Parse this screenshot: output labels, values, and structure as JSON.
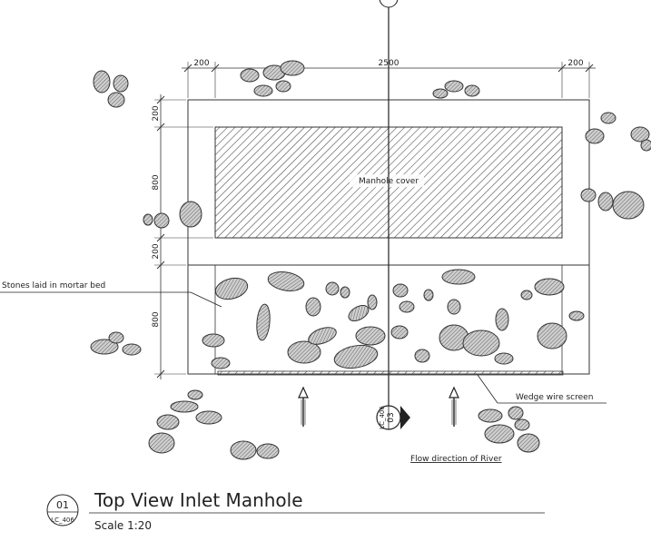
{
  "drawing": {
    "dimensions": {
      "top_left": "200",
      "top_center": "2500",
      "top_right": "200",
      "left_a": "200",
      "left_b": "800",
      "left_c": "200",
      "left_d": "800"
    },
    "labels": {
      "manhole_cover": "Manhole cover",
      "stones": "Stones laid in mortar bed",
      "wedge_wire": "Wedge wire screen",
      "flow": "Flow direction of River"
    },
    "section_marker": {
      "number": "03",
      "ref": "LC_406"
    }
  },
  "title_block": {
    "number": "01",
    "ref": "LC_406",
    "title": "Top View Inlet Manhole",
    "scale": "Scale 1:20"
  }
}
